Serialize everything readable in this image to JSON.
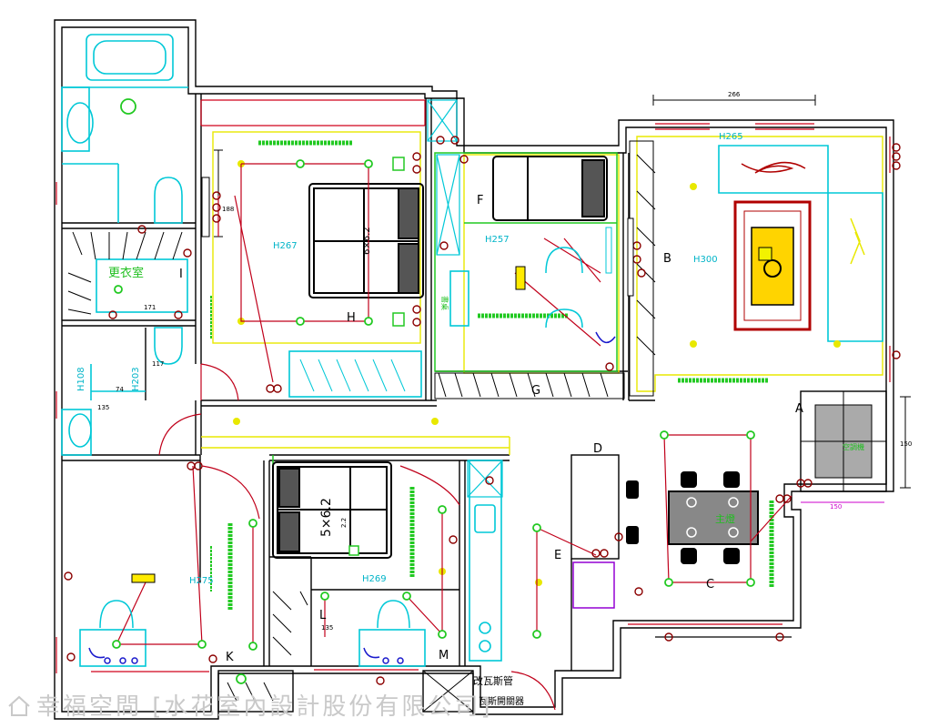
{
  "room_letters": {
    "A": "A",
    "B": "B",
    "C": "C",
    "D": "D",
    "E": "E",
    "F": "F",
    "G": "G",
    "H": "H",
    "I": "I",
    "K": "K",
    "L": "L",
    "M": "M"
  },
  "heights": {
    "master_bedroom": "H267",
    "study": "H257",
    "living": "H300",
    "living_ceiling": "H265",
    "bedroom_2": "H275",
    "bedroom_3": "H269",
    "bath_1": "H108",
    "bath_2": "H203"
  },
  "dimensions": {
    "living_width": "266",
    "window_150a": "150",
    "window_150b": "150",
    "wardrobe_171": "171",
    "bath_117": "117",
    "bath_74": "74",
    "bath_135": "135",
    "master_188": "188",
    "corridor_135": "135"
  },
  "bed_labels": {
    "master": "6×6.2",
    "second": "5×6.2",
    "second_sub": "2.2"
  },
  "labels": {
    "walk_in_closet": "更衣室",
    "dining_light": "主燈",
    "gas_note": "改瓦斯管",
    "gas_note_2": "瓦斯開關器",
    "study_desk": "書桌",
    "ac_fan": "空調機"
  },
  "watermark": {
    "brand": "幸福空間",
    "company": "[水花室內設計股份有限公司]"
  },
  "colors": {
    "wall": "#000000",
    "window": "#d0021b",
    "furniture": "#00c8d7",
    "light": "#e8e800",
    "switch": "#8b0000",
    "led": "#22c922",
    "wiring": "#c0001a",
    "text_cyan": "#00b4c8",
    "text_green": "#1fbf1f"
  }
}
